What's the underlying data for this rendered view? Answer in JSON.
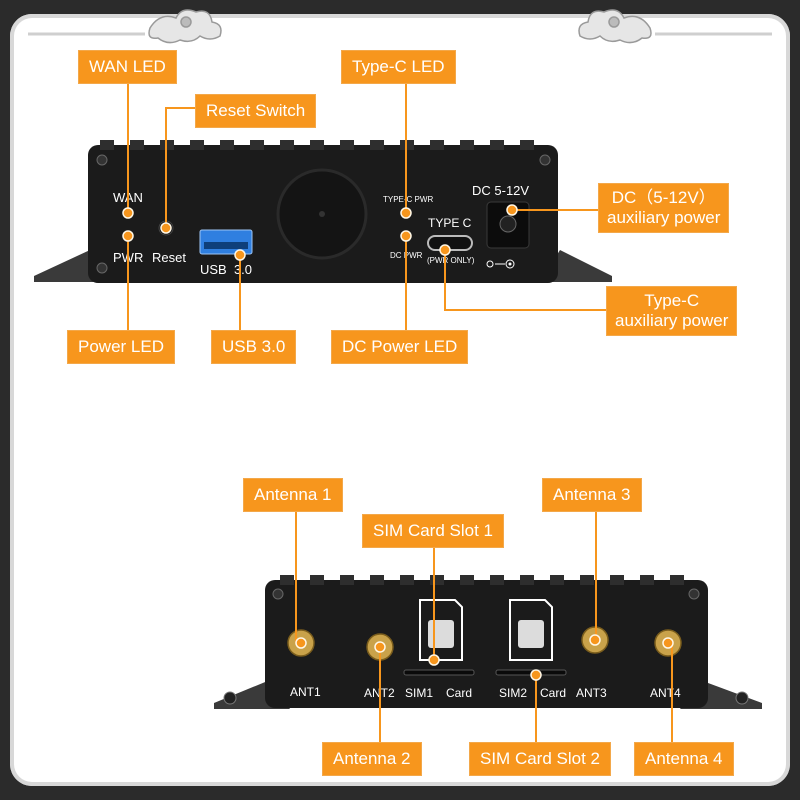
{
  "callouts": {
    "wan_led": "WAN LED",
    "reset_switch": "Reset Switch",
    "type_c_led": "Type-C LED",
    "dc_aux_power": [
      "DC（5-12V）",
      "auxiliary power"
    ],
    "type_c_aux_power": [
      "Type-C",
      "auxiliary power"
    ],
    "power_led": "Power LED",
    "usb30": "USB 3.0",
    "dc_power_led": "DC Power LED",
    "antenna1": "Antenna 1",
    "antenna2": "Antenna 2",
    "antenna3": "Antenna 3",
    "antenna4": "Antenna 4",
    "sim_slot1": "SIM Card Slot 1",
    "sim_slot2": "SIM Card Slot 2"
  },
  "panel_front": {
    "wan": "WAN",
    "pwr": "PWR",
    "reset": "Reset",
    "usb": "USB  3.0",
    "typec_pwr": "TYPE-C PWR",
    "dc_pwr": "DC PWR",
    "type_c": "TYPE C",
    "pwr_only": "(PWR ONLY)",
    "dc_label": "DC 5-12V"
  },
  "panel_back": {
    "ant1": "ANT1",
    "ant2": "ANT2",
    "ant3": "ANT3",
    "ant4": "ANT4",
    "sim1": "SIM1",
    "sim2": "SIM2",
    "card": "Card"
  },
  "colors": {
    "accent": "#f7961d",
    "device": "#1b1b1b",
    "led_green": "#3fbf3a",
    "led_red": "#d42424",
    "usb_blue": "#2f7fe0",
    "antenna_gold": "#c9a24a"
  }
}
